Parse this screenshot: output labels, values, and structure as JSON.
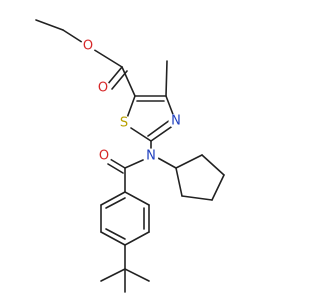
{
  "molecule": {
    "atom_labels": {
      "ester_O_carbonyl": "O",
      "ester_O_ether": "O",
      "amide_O": "O",
      "ring_S": "S",
      "ring_N": "N",
      "amide_N": "N"
    },
    "colors": {
      "bond": "#222222",
      "oxygen": "#d62728",
      "sulfur": "#b8a000",
      "nitrogen": "#1f3fbf"
    }
  }
}
